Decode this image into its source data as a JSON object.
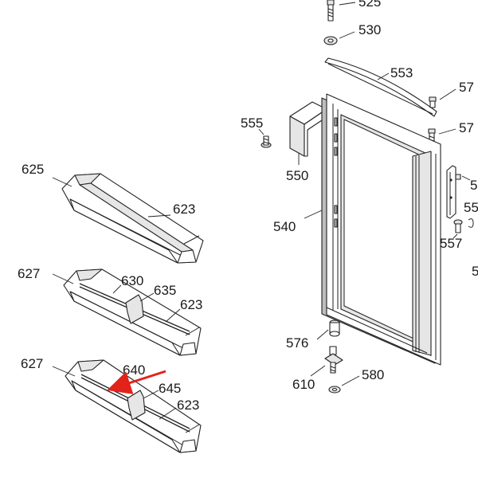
{
  "labels": {
    "top_clipped": "525",
    "l530": "530",
    "l553": "553",
    "r57a": "57",
    "r57b": "57",
    "l555": "555",
    "l550": "550",
    "r5": "5",
    "r55": "55",
    "l540": "540",
    "l557": "557",
    "r5b": "5",
    "l625": "625",
    "l623a": "623",
    "l627a": "627",
    "l630": "630",
    "l635": "635",
    "l623b": "623",
    "l576": "576",
    "l627b": "627",
    "l640": "640",
    "l645": "645",
    "l623c": "623",
    "l610": "610",
    "l580": "580"
  },
  "colors": {
    "line": "#222222",
    "arrow": "#e2231a",
    "fill_light": "#e6e6e6",
    "fill_mid": "#bdbdbd"
  }
}
